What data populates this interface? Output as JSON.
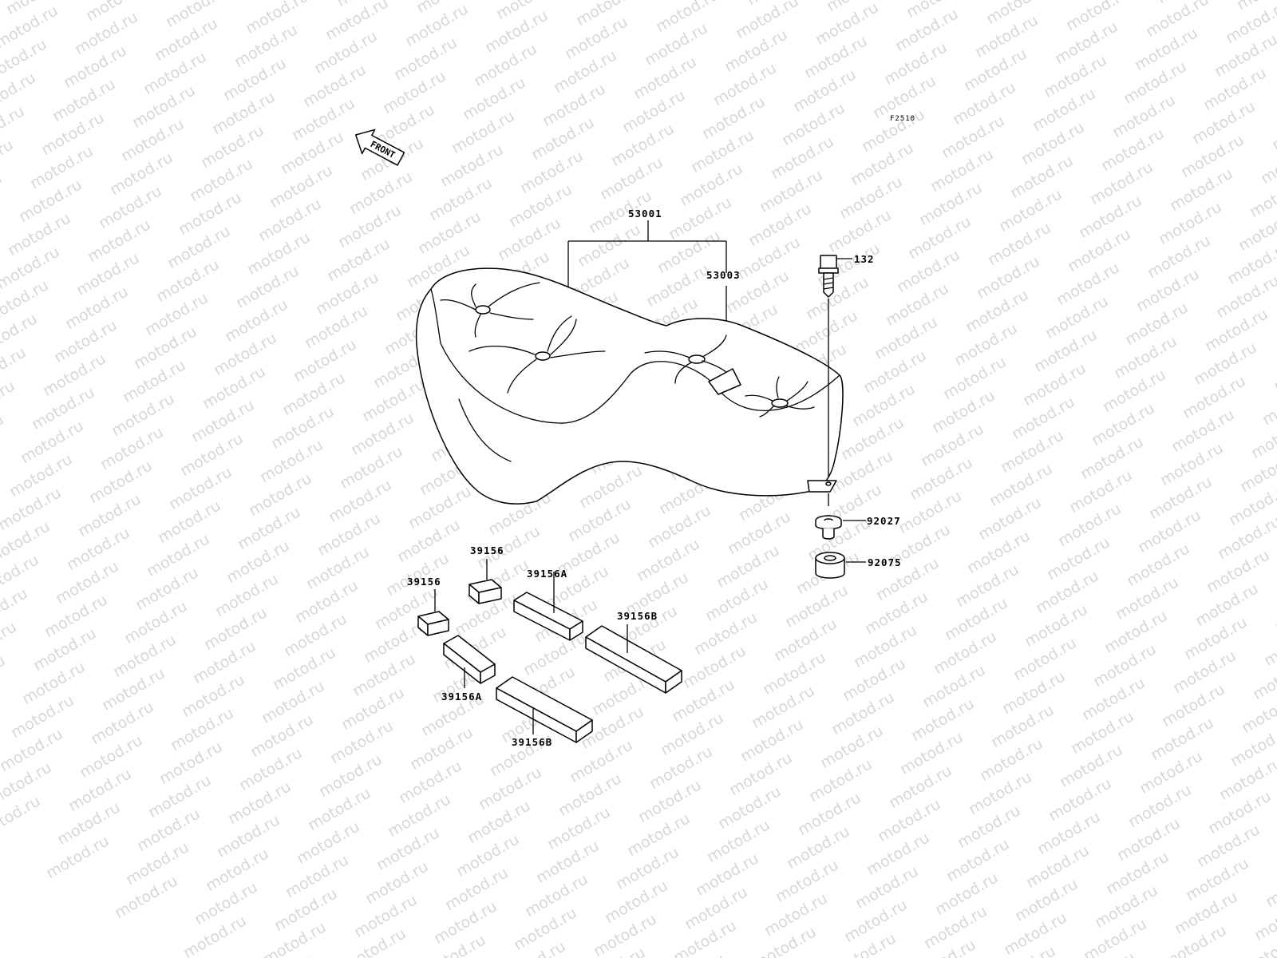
{
  "watermark": "motod.ru",
  "figure_code": "F2510",
  "front_arrow": "FRONT",
  "parts": {
    "seat_assy": "53001",
    "seat_sub": "53003",
    "bolt": "132",
    "collar": "92027",
    "damper": "92075",
    "pad_39156_top": "39156",
    "pad_39156_left": "39156",
    "pad_39156A_top": "39156A",
    "pad_39156A_bottom": "39156A",
    "pad_39156B_right": "39156B",
    "pad_39156B_bottom": "39156B"
  }
}
